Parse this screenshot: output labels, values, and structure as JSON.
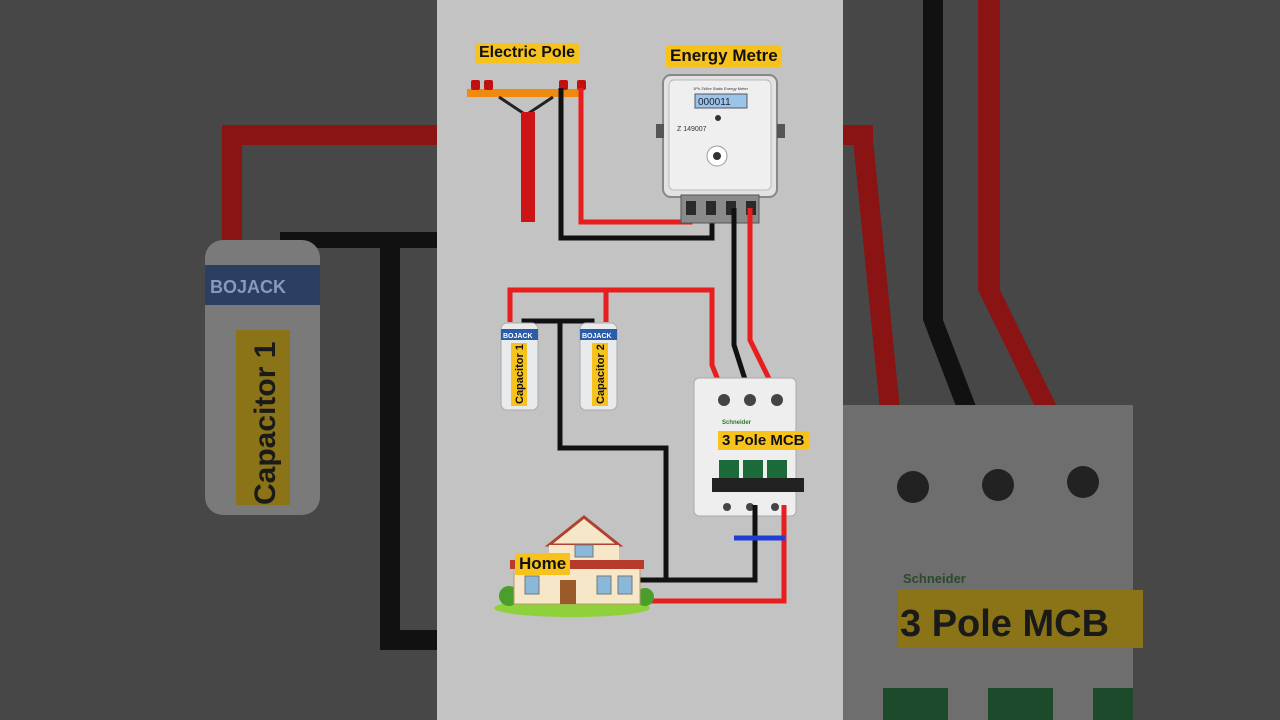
{
  "labels": {
    "electric_pole": "Electric Pole",
    "energy_metre": "Energy Metre",
    "capacitor_1": "Capacitor 1",
    "capacitor_2": "Capacitor 2",
    "mcb": "3 Pole MCB",
    "home": "Home"
  },
  "meter": {
    "reading": "000011",
    "serial": "Z 149007",
    "brand_line": "1Ph 2Wire Static Energy Meter"
  },
  "capacitor": {
    "brand": "BOJACK"
  },
  "mcb": {
    "brand": "Schneider"
  },
  "colors": {
    "live_wire": "#e81d1d",
    "neutral_wire": "#111111",
    "label_bg": "#f7c21c",
    "link_bar": "#1e3fd6"
  }
}
